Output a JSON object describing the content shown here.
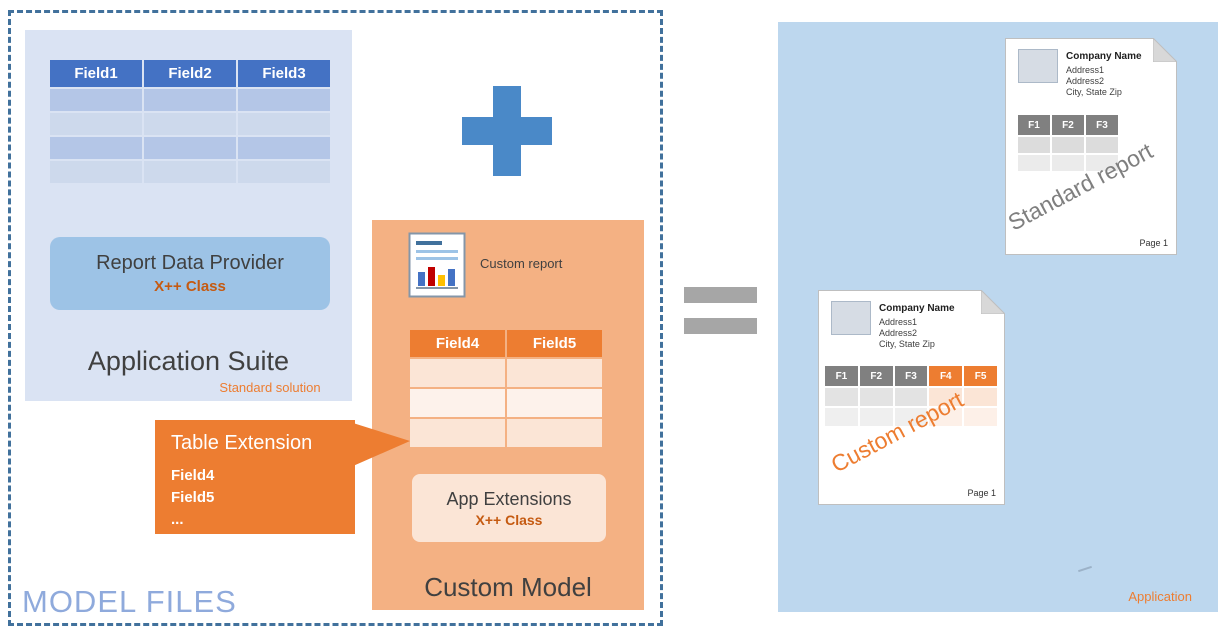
{
  "colors": {
    "accent_blue": "#4472C4",
    "suite_panel_blue": "#DAE3F3",
    "row_blue_dark": "#B4C6E7",
    "row_blue_light": "#CDD9EC",
    "rdp_box_blue": "#9DC3E6",
    "plus_blue": "#4A89C8",
    "accent_orange": "#ED7D31",
    "xpp_orange": "#C55A11",
    "custom_panel_orange": "#F4B183",
    "row_orange_dark": "#FBE5D6",
    "row_orange_light": "#FDF2EB",
    "application_rect_blue": "#BDD7EE",
    "paper_header_gray": "#808080",
    "equals_gray": "#A6A6A6",
    "dashed_border_blue": "#41719C",
    "model_files_text": "#8FAADC"
  },
  "icons": {
    "plus": "plus-icon",
    "equals": "equals-icon",
    "custom_report_doc": "report-document-icon",
    "page_fold": "page-fold-corner"
  },
  "model_files": {
    "label": "MODEL FILES",
    "application_suite": {
      "title": "Application Suite",
      "subtitle": "Standard solution",
      "table": {
        "headers": [
          "Field1",
          "Field2",
          "Field3"
        ]
      },
      "report_data_provider": {
        "title": "Report Data Provider",
        "subtitle": "X++ Class"
      }
    },
    "custom_model": {
      "title": "Custom Model",
      "report_icon_label": "Custom report",
      "table": {
        "headers": [
          "Field4",
          "Field5"
        ]
      },
      "app_extensions": {
        "title": "App Extensions",
        "subtitle": "X++ Class"
      }
    },
    "table_extension": {
      "title": "Table Extension",
      "fields": [
        "Field4",
        "Field5",
        "..."
      ]
    }
  },
  "application": {
    "label": "Application",
    "standard_report": {
      "company_name": "Company Name",
      "address_lines": [
        "Address1",
        "Address2",
        "City, State Zip"
      ],
      "table_headers": [
        "F1",
        "F2",
        "F3"
      ],
      "watermark": "Standard report",
      "page_label": "Page 1"
    },
    "custom_report": {
      "company_name": "Company Name",
      "address_lines": [
        "Address1",
        "Address2",
        "City, State Zip"
      ],
      "table_headers": [
        "F1",
        "F2",
        "F3",
        "F4",
        "F5"
      ],
      "watermark": "Custom report",
      "page_label": "Page 1"
    }
  }
}
